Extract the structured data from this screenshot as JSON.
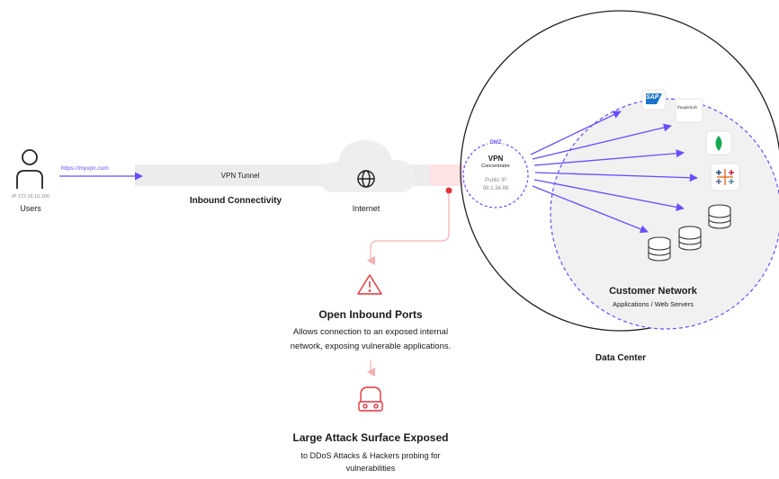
{
  "users": {
    "ip": "IP 172.16.10.200",
    "label": "Users"
  },
  "tunnel": {
    "url": "https://myvpn.com",
    "label": "VPN Tunnel",
    "caption": "Inbound Connectivity"
  },
  "internet": {
    "label": "Internet"
  },
  "dmz": {
    "tag": "DMZ",
    "title": "VPN",
    "subtitle": "Concentrator",
    "ip_label": "Public IP",
    "ip": "99.1.34.88"
  },
  "data_center": {
    "label": "Data Center"
  },
  "customer_network": {
    "title": "Customer Network",
    "subtitle": "Applications / Web Servers"
  },
  "apps": {
    "sap": "SAP",
    "peoplesoft": "PeopleSoft"
  },
  "open_ports": {
    "title": "Open Inbound Ports",
    "line1": "Allows connection to an exposed internal",
    "line2": "network, exposing vulnerable applications."
  },
  "attack_surface": {
    "title": "Large Attack Surface Exposed",
    "line1": "to DDoS Attacks  & Hackers probing for",
    "line2": "vulnerabilities"
  },
  "colors": {
    "accent": "#6a4cff",
    "danger": "#e0343b",
    "tunnel": "#ececec"
  }
}
